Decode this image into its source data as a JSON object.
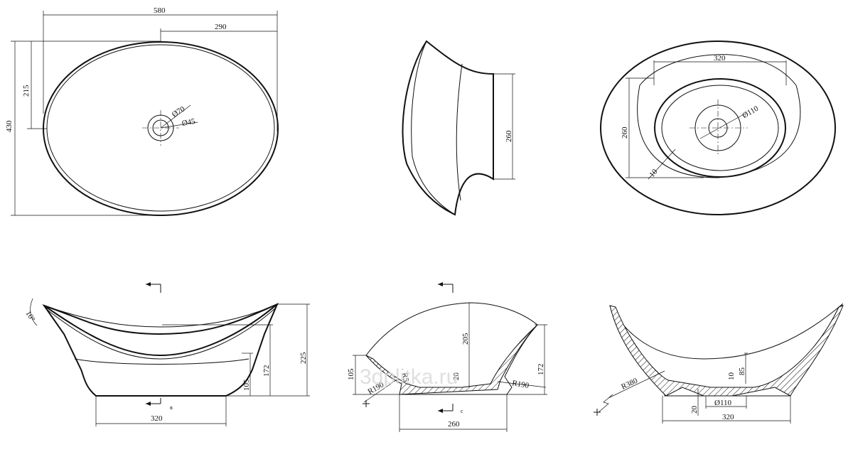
{
  "views": {
    "top": {
      "overall_width": "580",
      "half_width": "290",
      "overall_height": "430",
      "half_height": "215",
      "drain_outer": "Ø70",
      "drain_inner": "Ø45"
    },
    "side": {
      "height": "260"
    },
    "bottom": {
      "width": "320",
      "height": "260",
      "drain": "Ø110",
      "wall": "10"
    },
    "front": {
      "angle": "10°",
      "height_total": "225",
      "height_rim": "172",
      "height_base": "105",
      "base_width": "320",
      "section_mark": "в"
    },
    "section_c": {
      "height_left": "105",
      "height_mid": "205",
      "height_right": "172",
      "fillet": "R5",
      "thickness": "20",
      "radius_left": "R190",
      "radius_right": "R190",
      "base_width": "260",
      "section_mark": "c",
      "watermark": "3dplitka.ru"
    },
    "section_b": {
      "radius": "R380",
      "thickness_bottom": "10",
      "depth": "85",
      "base_thickness": "20",
      "drain": "Ø110",
      "base_width": "320"
    }
  }
}
